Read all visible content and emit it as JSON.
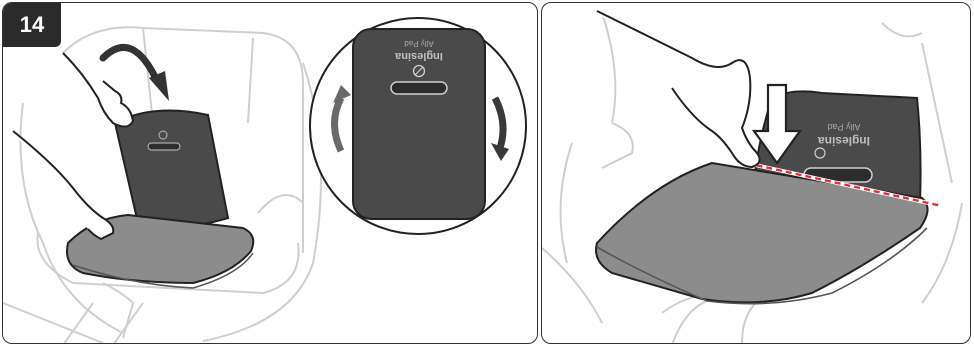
{
  "step": {
    "number": "14"
  },
  "product": {
    "brand": "Inglesina",
    "model": "Ally Pad"
  },
  "colors": {
    "pad_dark": "#4a4a4a",
    "cushion": "#8c8c8c",
    "seat_line": "#c9c9c9",
    "badge": "#2b2b2b",
    "cut_line": "#e0303a"
  },
  "icons": {
    "rotate": "curved-arrow-icon",
    "press": "down-arrow-icon",
    "pad_logo": "no-symbol-icon"
  }
}
